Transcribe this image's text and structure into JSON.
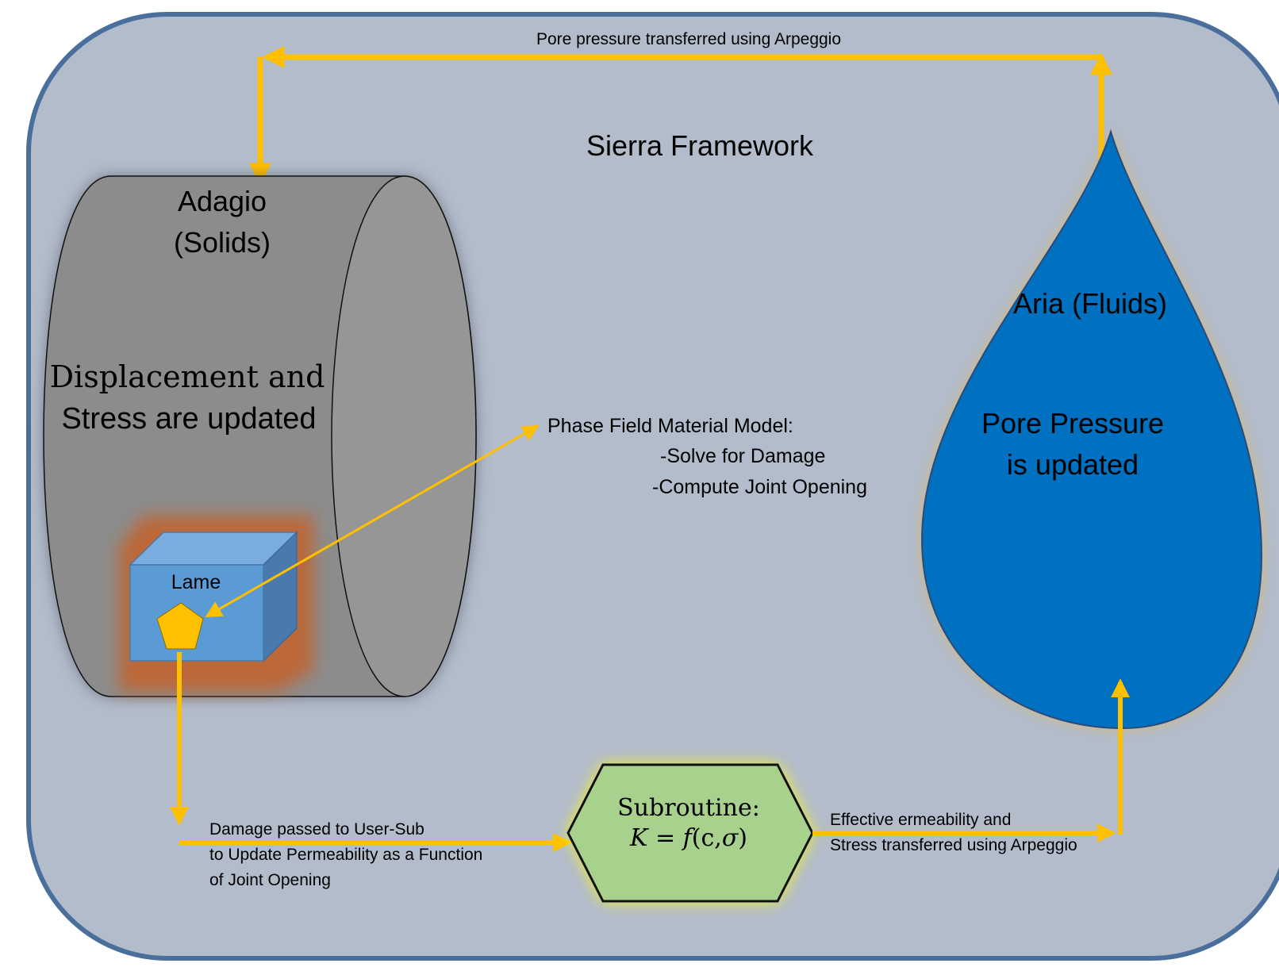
{
  "framework": {
    "title": "Sierra Framework",
    "top_transfer_label": "Pore pressure transferred using Arpeggio"
  },
  "adagio": {
    "title_line1": "Adagio",
    "title_line2": "(Solids)",
    "body_line1": "Displacement and",
    "body_line2": "Stress are updated"
  },
  "lame": {
    "label": "Lame"
  },
  "phase_field": {
    "line1": "Phase Field Material Model:",
    "line2": "-Solve for Damage",
    "line3": "-Compute Joint Opening"
  },
  "aria": {
    "title": "Aria (Fluids)",
    "body_line1": "Pore Pressure",
    "body_line2": "is updated"
  },
  "damage_note": {
    "line1": "Damage passed  to User-Sub",
    "line2": "to Update  Permeability as a Function",
    "line3": "of Joint Opening"
  },
  "subroutine": {
    "title": "Subroutine:",
    "formula_lhs": "K",
    "formula_eq": " = ",
    "formula_f": "f",
    "formula_open": "(",
    "formula_c": "c",
    "formula_comma": ",",
    "formula_sigma": "σ",
    "formula_close": ")"
  },
  "effective_note": {
    "line1": "Effective ermeability and",
    "line2": "Stress transferred using Arpeggio"
  },
  "colors": {
    "background_panel": "#b3bccb",
    "panel_border": "#4a6f9c",
    "arrow": "#ffc000",
    "cylinder": "#8c8c8c",
    "cube_front": "#5b9bd5",
    "drop": "#0070c0",
    "hexagon": "#a9d18e"
  }
}
